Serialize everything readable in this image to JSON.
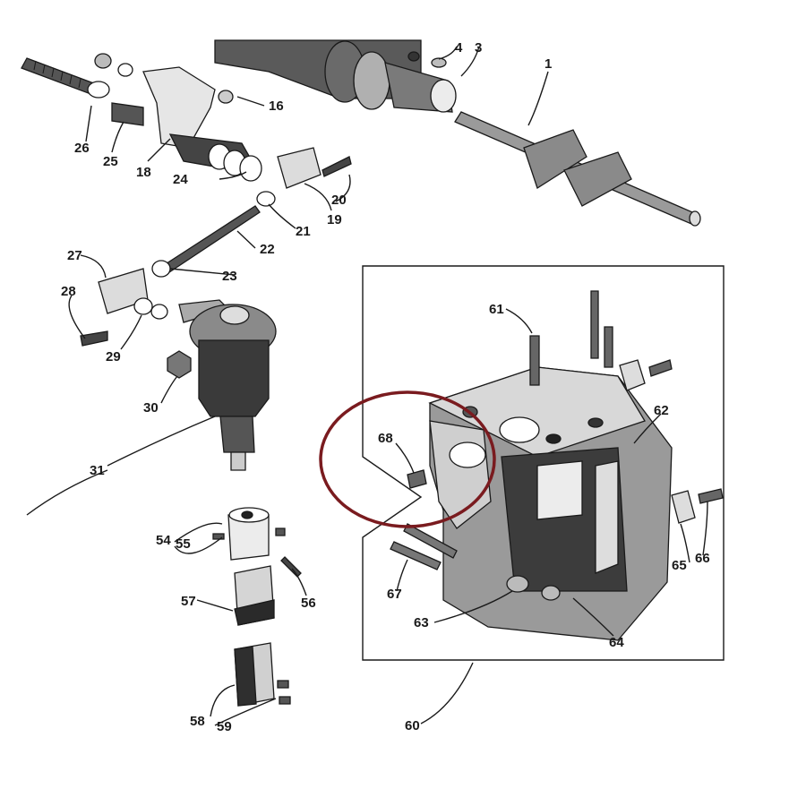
{
  "labels": {
    "l1": "1",
    "l3": "3",
    "l4": "4",
    "l16": "16",
    "l18": "18",
    "l19": "19",
    "l20": "20",
    "l21": "21",
    "l22": "22",
    "l23": "23",
    "l24": "24",
    "l25": "25",
    "l26": "26",
    "l27": "27",
    "l28": "28",
    "l29": "29",
    "l30": "30",
    "l31": "31",
    "l54": "54",
    "l55": "55",
    "l56": "56",
    "l57": "57",
    "l58": "58",
    "l59": "59",
    "l60": "60",
    "l61": "61",
    "l62": "62",
    "l63": "63",
    "l64": "64",
    "l65": "65",
    "l66": "66",
    "l67": "67",
    "l68": "68"
  },
  "highlight": {
    "color": "#7a1b1f",
    "target_part": "68"
  },
  "colors": {
    "ink": "#1a1a1a",
    "part_dark": "#3a3a3a",
    "part_mid": "#7a7a7a",
    "part_light": "#c9c9c9"
  }
}
